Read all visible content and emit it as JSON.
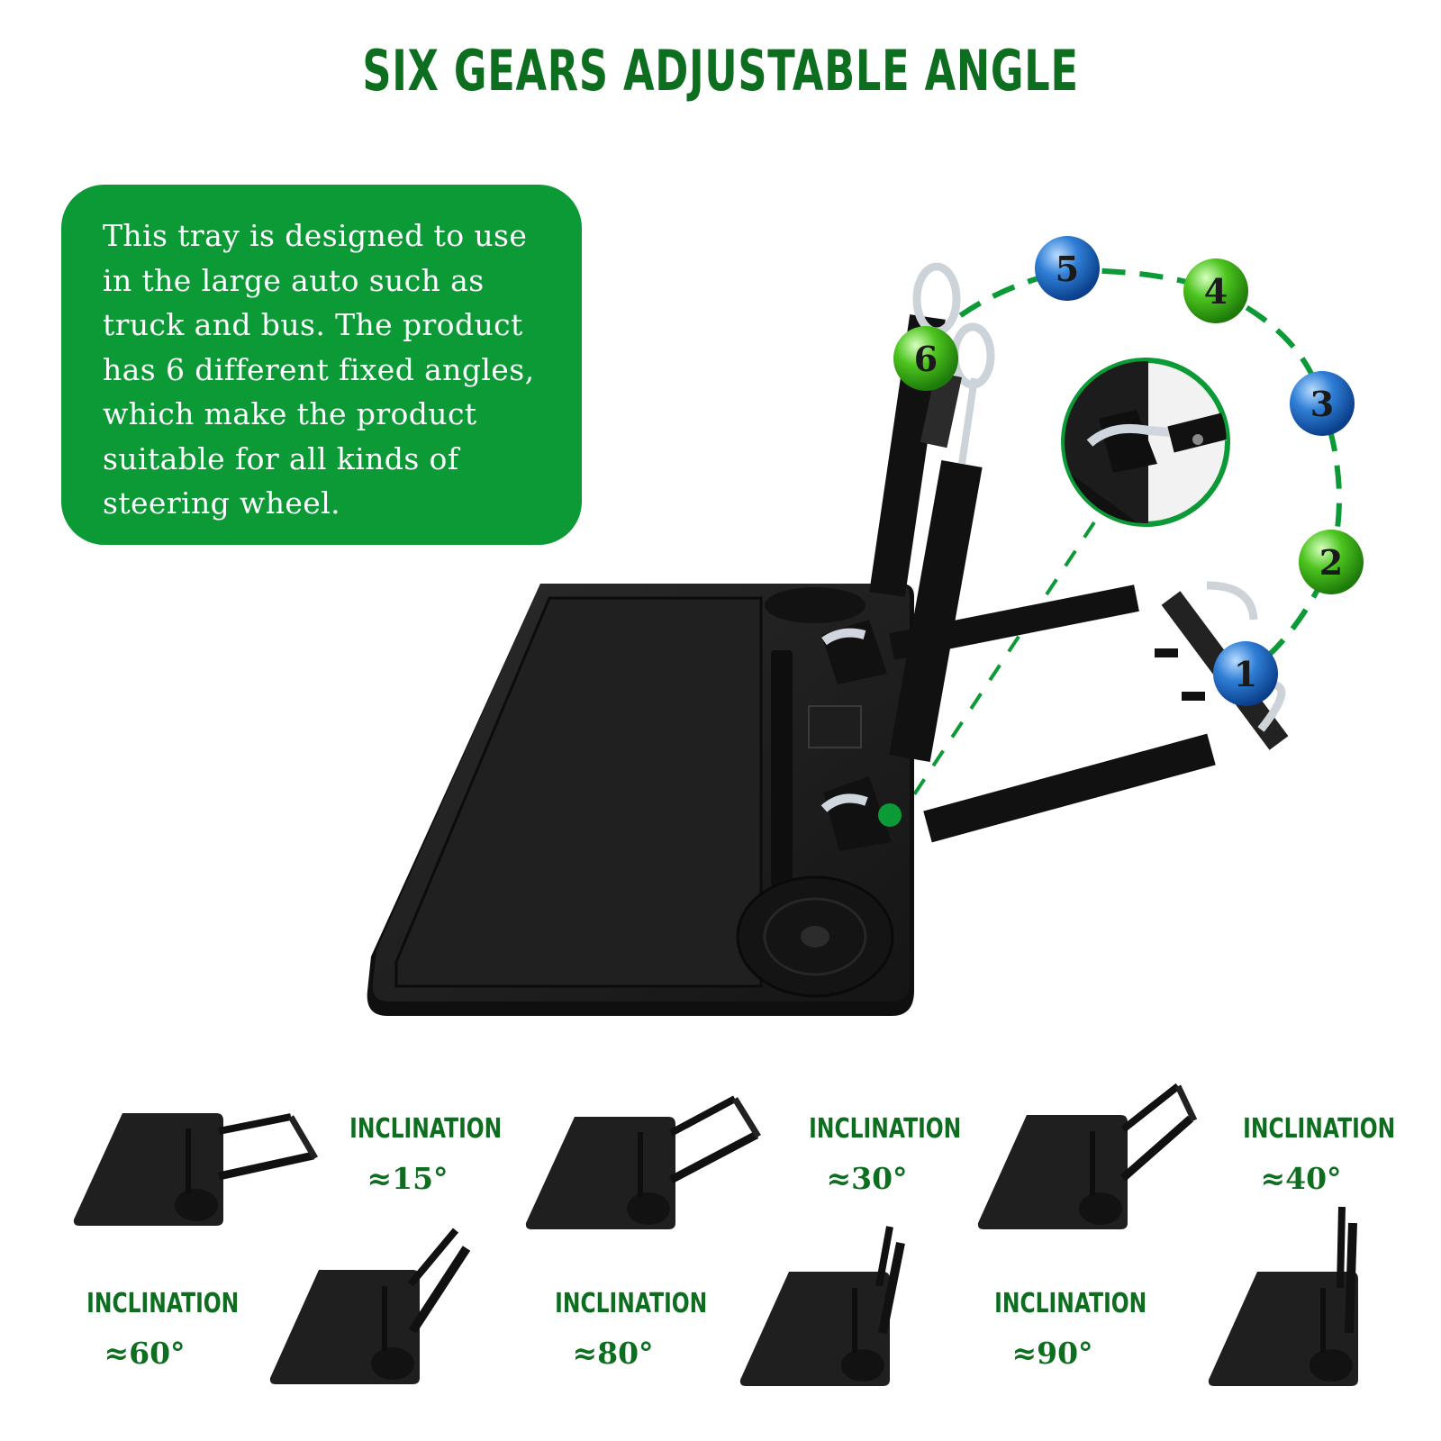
{
  "title": "SIX GEARS ADJUSTABLE ANGLE",
  "description": "This tray is designed to use in the large auto such as truck and bus. The product has 6 different fixed angles, which make the product suitable for all kinds of steering wheel.",
  "gears": [
    {
      "number": "1",
      "color": "blue"
    },
    {
      "number": "2",
      "color": "green"
    },
    {
      "number": "3",
      "color": "blue"
    },
    {
      "number": "4",
      "color": "green"
    },
    {
      "number": "5",
      "color": "blue"
    },
    {
      "number": "6",
      "color": "green"
    }
  ],
  "inclinations": [
    {
      "label": "INCLINATION",
      "angle": "≈15°"
    },
    {
      "label": "INCLINATION",
      "angle": "≈30°"
    },
    {
      "label": "INCLINATION",
      "angle": "≈40°"
    },
    {
      "label": "INCLINATION",
      "angle": "≈60°"
    },
    {
      "label": "INCLINATION",
      "angle": "≈80°"
    },
    {
      "label": "INCLINATION",
      "angle": "≈90°"
    }
  ],
  "colors": {
    "title_green": "#0d6e1f",
    "box_green": "#0c9a37",
    "tray_black": "#1c1c1c"
  }
}
